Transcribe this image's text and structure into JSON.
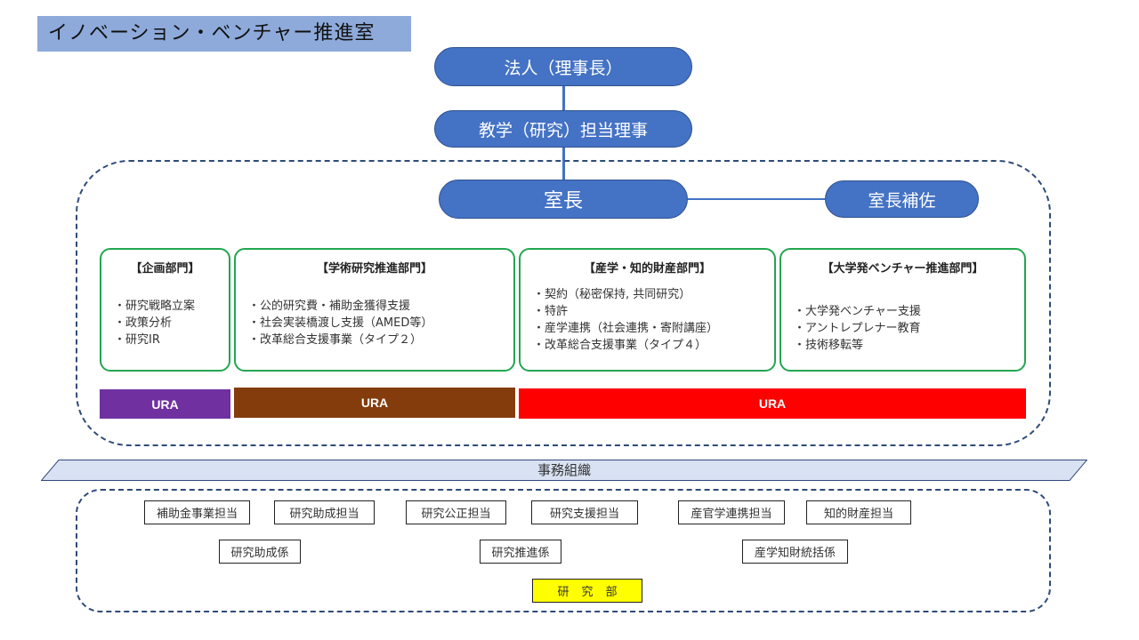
{
  "title": "イノベーション・ベンチャー推進室",
  "hierarchy": {
    "corporation": "法人（理事長）",
    "director": "教学（研究）担当理事",
    "head": "室長",
    "assistant": "室長補佐"
  },
  "departments": [
    {
      "title": "【企画部門】",
      "items": [
        "・研究戦略立案",
        "・政策分析",
        "・研究IR"
      ]
    },
    {
      "title": "【学術研究推進部門】",
      "items": [
        "・公的研究費・補助金獲得支援",
        "・社会実装橋渡し支援（AMED等）",
        "・改革総合支援事業（タイプ２）"
      ]
    },
    {
      "title": "【産学・知的財産部門】",
      "items": [
        "・契約（秘密保持, 共同研究）",
        "・特許",
        "・産学連携（社会連携・寄附講座）",
        "・改革総合支援事業（タイプ４）"
      ]
    },
    {
      "title": "【大学発ベンチャー推進部門】",
      "items": [
        "・大学発ベンチャー支援",
        "・アントレプレナー教育",
        "・技術移転等"
      ]
    }
  ],
  "ura_bars": [
    {
      "label": "URA",
      "color": "#7030a0"
    },
    {
      "label": "URA",
      "color": "#843c0c"
    },
    {
      "label": "URA",
      "color": "#ff0000"
    }
  ],
  "office": {
    "label": "事務組織",
    "row1": [
      "補助金事業担当",
      "研究助成担当",
      "研究公正担当",
      "研究支援担当",
      "産官学連携担当",
      "知的財産担当"
    ],
    "row2": [
      "研究助成係",
      "研究推進係",
      "産学知財統括係"
    ],
    "division": "研究部"
  }
}
